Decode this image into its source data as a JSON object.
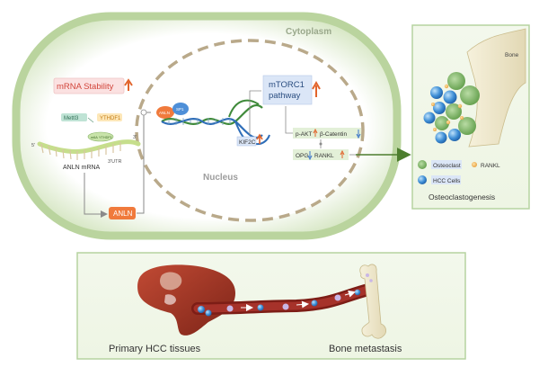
{
  "cell": {
    "cytoplasm_label": "Cytoplasm",
    "nucleus_label": "Nucleus"
  },
  "mrna": {
    "stability_label": "mRNA Stability",
    "mettl3": "Mettl3",
    "ythdf1": "YTHDF1",
    "m6a": "m6A",
    "ythdf1_small": "YTHDF1",
    "five_prime": "5'",
    "three_prime": "3'",
    "utr": "3'UTR",
    "anln_mrna": "ANLN mRNA"
  },
  "anln_box": "ANLN",
  "nucleus_content": {
    "anln": "ANLN",
    "sp1": "SP1",
    "kif2c": "KIF2C",
    "mtorc1_line1": "mTORC1",
    "mtorc1_line2": "pathway",
    "pakt": "p-AKT",
    "bcatenin": "β-Catentin",
    "opg": "OPG",
    "rankl": "RANKL"
  },
  "bone_panel": {
    "bone_label": "Bone",
    "legend_osteoclast": "Osteoclast",
    "legend_rankl": "RANKL",
    "legend_hcc": "HCC Cells",
    "caption": "Osteoclastogenesis"
  },
  "bottom_panel": {
    "primary_label": "Primary HCC tissues",
    "bone_met_label": "Bone metastasis"
  },
  "colors": {
    "cell_green": "#c9ddb3",
    "nucleus_dash": "#b9a98a",
    "anln_orange": "#f07a3c",
    "up_arrow": "#e2642c",
    "down_arrow": "#3d76c9",
    "connector_green": "#4d7d2e",
    "liver_red": "#a73a28",
    "vessel_red": "#7d1d16"
  }
}
